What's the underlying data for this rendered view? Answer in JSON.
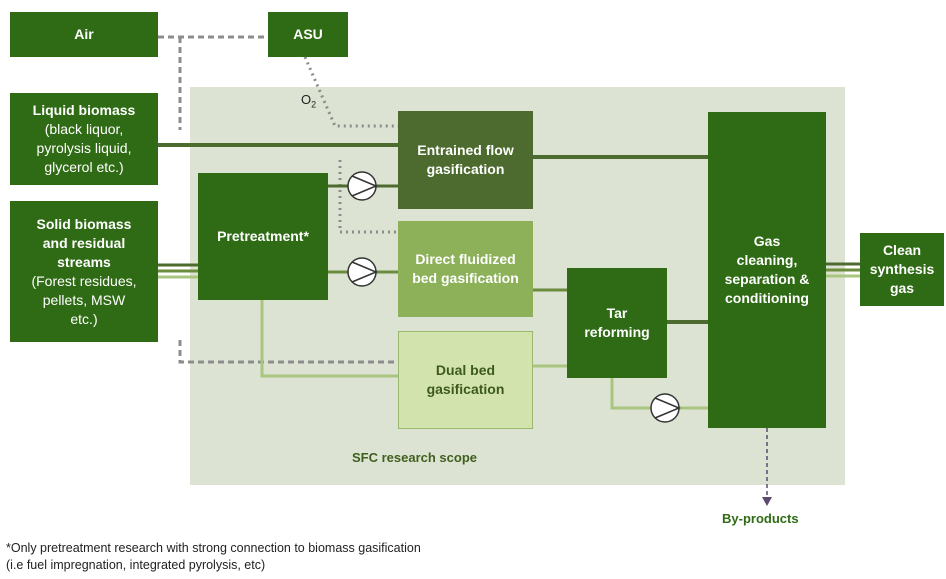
{
  "nodes": {
    "air": "Air",
    "asu": "ASU",
    "liquid_title": "Liquid biomass",
    "liquid_detail": "(black liquor,\npyrolysis liquid,\nglycerol etc.)",
    "solid_title": "Solid biomass\nand residual\nstreams",
    "solid_detail": "(Forest residues,\npellets, MSW\netc.)",
    "pretreatment": "Pretreatment*",
    "entrained": "Entrained flow\ngasification",
    "direct": "Direct fluidized\nbed gasification",
    "dual": "Dual bed\ngasification",
    "tar": "Tar\nreforming",
    "gas_cleaning": "Gas\ncleaning,\nseparation &\nconditioning",
    "clean_syngas": "Clean\nsynthesis\ngas"
  },
  "labels": {
    "o2_base": "O",
    "o2_sub": "2",
    "scope": "SFC research scope",
    "byproducts": "By-products"
  },
  "footnote": {
    "line1": "*Only pretreatment research with strong connection to biomass gasification",
    "line2": "(i.e fuel impregnation, integrated pyrolysis, etc)"
  },
  "colors": {
    "dark_green": "#2f6b14",
    "mid_green": "#4d6b2e",
    "light_green": "#8db159",
    "pale_green": "#d3e3ad",
    "scope_bg": "#dde3d2"
  }
}
